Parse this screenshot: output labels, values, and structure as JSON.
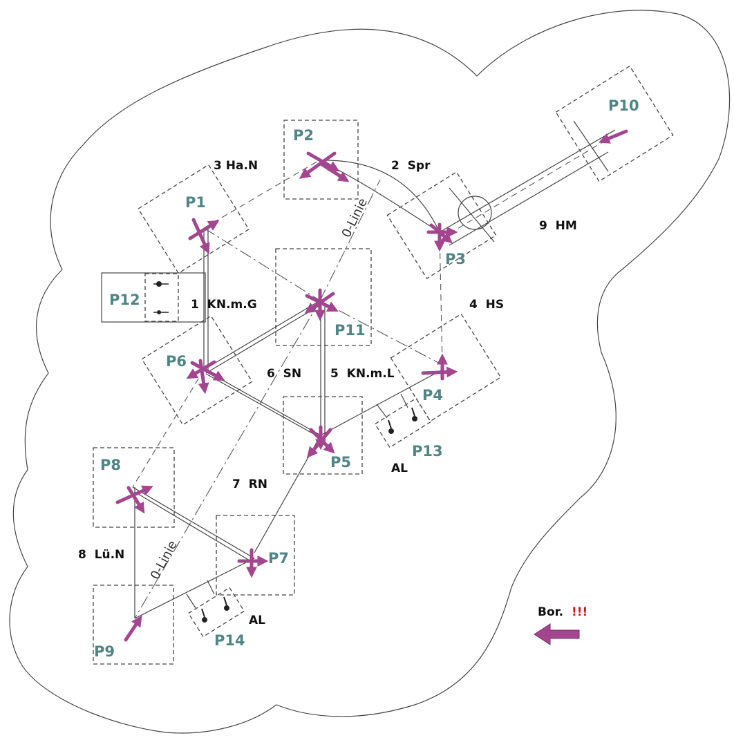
{
  "points": {
    "p1": "P1",
    "p2": "P2",
    "p3": "P3",
    "p4": "P4",
    "p5": "P5",
    "p6": "P6",
    "p7": "P7",
    "p8": "P8",
    "p9": "P9",
    "p10": "P10",
    "p11": "P11",
    "p12": "P12",
    "p13": "P13",
    "p14": "P14"
  },
  "routes": {
    "r1": "1  KN.m.G",
    "r2": "2  Spr",
    "r3": "3 Ha.N",
    "r4": "4  HS",
    "r5": "5  KN.m.L",
    "r6": "6  SN",
    "r7": "7  RN",
    "r8": "8  Lü.N",
    "r9": "9  HM"
  },
  "labels": {
    "zero_line_1": "0-Linie",
    "zero_line_2": "0-Linie",
    "al_1": "AL",
    "al_2": "AL",
    "wind": "Bor.",
    "wind_warning": "!!!"
  },
  "colors": {
    "arrow": "#a3458f",
    "point_label": "#4f8585",
    "warning": "#d2161e"
  }
}
